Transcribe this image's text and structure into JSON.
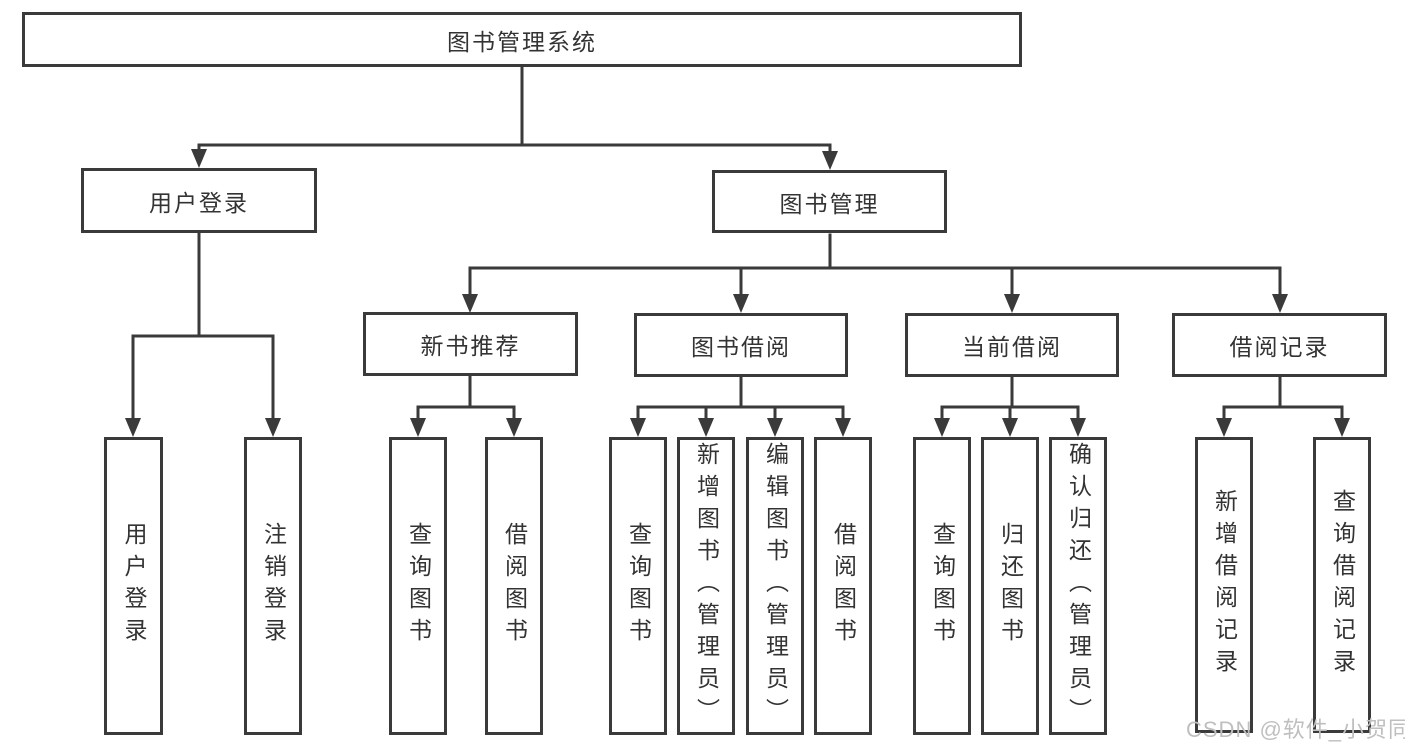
{
  "diagram": {
    "type": "hierarchy-tree",
    "root": {
      "label": "图书管理系统"
    },
    "level2": [
      {
        "label": "用户登录"
      },
      {
        "label": "图书管理"
      }
    ],
    "level3": [
      {
        "label": "新书推荐",
        "leaves": [
          "查询图书",
          "借阅图书"
        ]
      },
      {
        "label": "图书借阅",
        "leaves": [
          "查询图书",
          "新增图书（管理员）",
          "编辑图书（管理员）",
          "借阅图书"
        ]
      },
      {
        "label": "当前借阅",
        "leaves": [
          "查询图书",
          "归还图书",
          "确认归还（管理员）"
        ]
      },
      {
        "label": "借阅记录",
        "leaves": [
          "新增借阅记录",
          "查询借阅记录"
        ]
      }
    ],
    "hierarchy": {
      "图书管理系统": [
        "用户登录",
        "图书管理"
      ],
      "用户登录": [
        "用户登录",
        "注销登录"
      ],
      "图书管理": [
        "新书推荐",
        "图书借阅",
        "当前借阅",
        "借阅记录"
      ]
    },
    "leaves_flat": [
      "用户登录",
      "注销登录",
      "查询图书",
      "借阅图书",
      "查询图书",
      "新增图书（管理员）",
      "编辑图书（管理员）",
      "借阅图书",
      "查询图书",
      "归还图书",
      "确认归还（管理员）",
      "新增借阅记录",
      "查询借阅记录"
    ],
    "colors": {
      "line": "#3a3a3a",
      "text": "#333333",
      "background": "#ffffff",
      "watermark": "#bfbfbf"
    }
  },
  "watermark": "CSDN @软件_小贺同学"
}
